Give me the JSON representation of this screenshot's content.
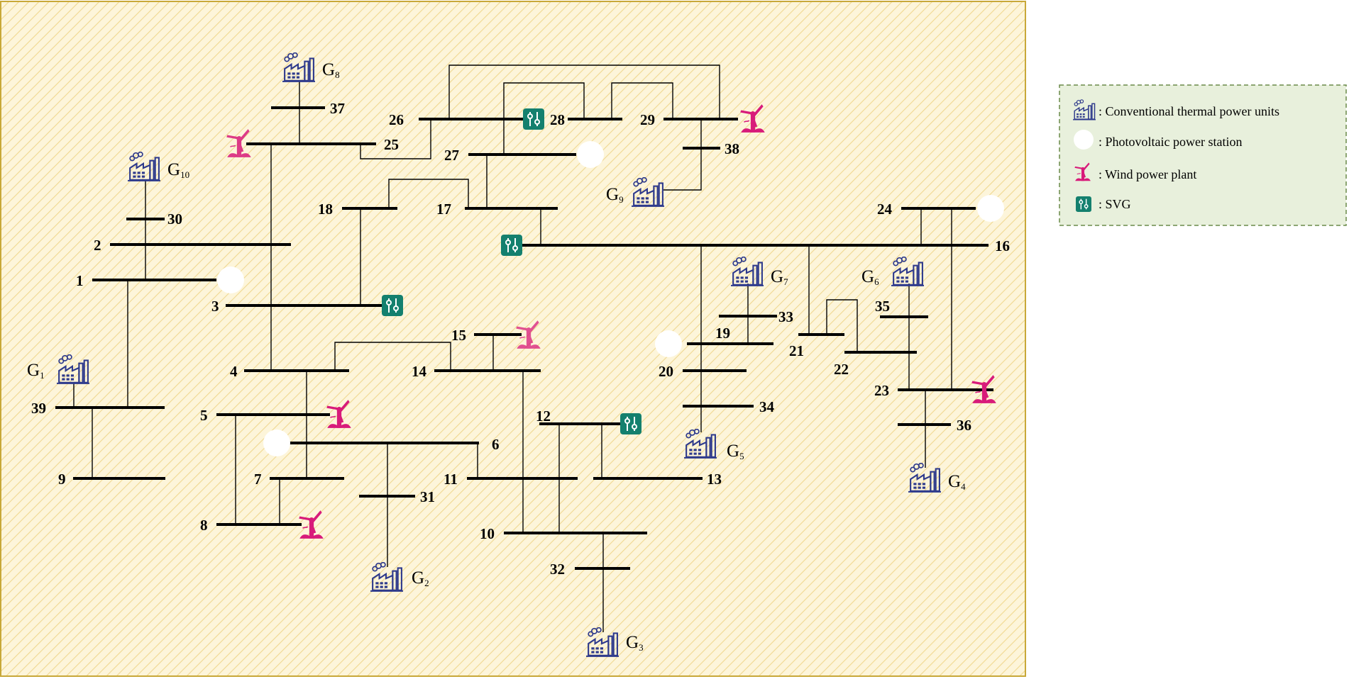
{
  "colors": {
    "background_fill": "#fdf5da",
    "hatch": "#f0d890",
    "frame": "#c8a838",
    "legend_fill": "#e8f0dc",
    "legend_border": "#6a8a4a",
    "thermal_icon": "#2e3a8c",
    "wind_icon": "#d81b7a",
    "svg_icon": "#14806e",
    "pv_icon": "#ffffff"
  },
  "buses": [
    "1",
    "2",
    "3",
    "4",
    "5",
    "6",
    "7",
    "8",
    "9",
    "10",
    "11",
    "12",
    "13",
    "14",
    "15",
    "16",
    "17",
    "18",
    "19",
    "20",
    "21",
    "22",
    "23",
    "24",
    "25",
    "26",
    "27",
    "28",
    "29",
    "30",
    "31",
    "32",
    "33",
    "34",
    "35",
    "36",
    "37",
    "38",
    "39"
  ],
  "generators": [
    {
      "id": "G1",
      "letter": "G",
      "sub": "1"
    },
    {
      "id": "G2",
      "letter": "G",
      "sub": "2"
    },
    {
      "id": "G3",
      "letter": "G",
      "sub": "3"
    },
    {
      "id": "G4",
      "letter": "G",
      "sub": "4"
    },
    {
      "id": "G5",
      "letter": "G",
      "sub": "5"
    },
    {
      "id": "G6",
      "letter": "G",
      "sub": "6"
    },
    {
      "id": "G7",
      "letter": "G",
      "sub": "7"
    },
    {
      "id": "G8",
      "letter": "G",
      "sub": "8"
    },
    {
      "id": "G9",
      "letter": "G",
      "sub": "9"
    },
    {
      "id": "G10",
      "letter": "G",
      "sub": "10"
    }
  ],
  "legend": {
    "thermal": ": Conventional thermal power units",
    "pv": ": Photovoltaic power station",
    "wind": ": Wind power plant",
    "svg": ": SVG"
  },
  "icons": {
    "thermal": "thermal-plant-icon",
    "pv": "photovoltaic-icon",
    "wind": "wind-turbine-icon",
    "svg": "svg-compensator-icon"
  }
}
